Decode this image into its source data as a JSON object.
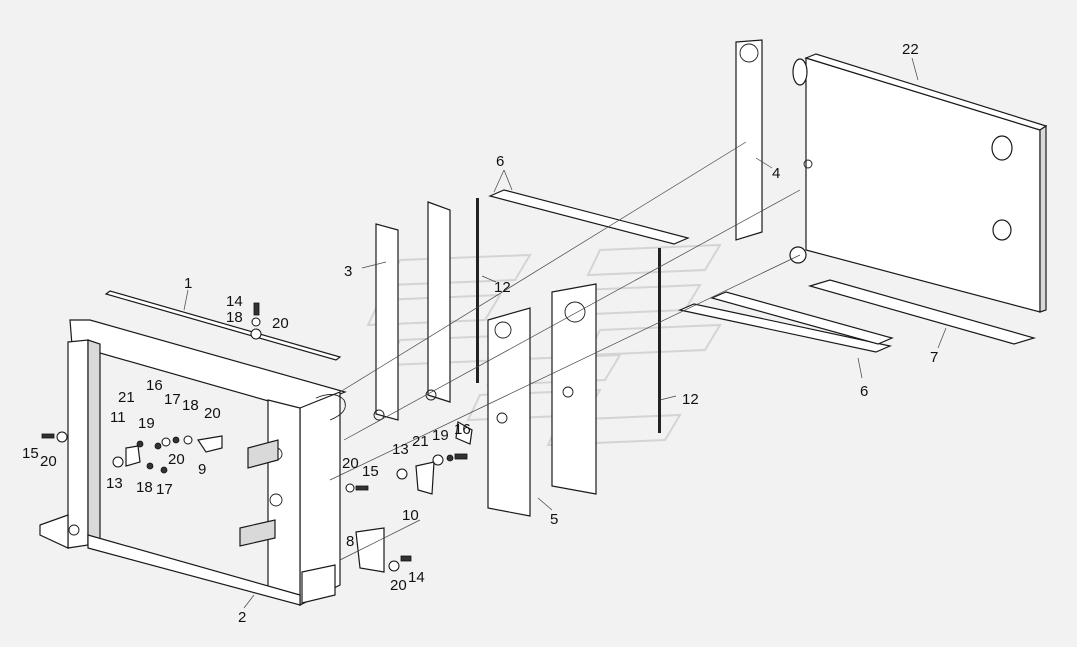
{
  "callouts": {
    "c1": "1",
    "c2": "2",
    "c3": "3",
    "c4": "4",
    "c5": "5",
    "c6a": "6",
    "c6b": "6",
    "c7": "7",
    "c8": "8",
    "c9": "9",
    "c10": "10",
    "c11": "11",
    "c12a": "12",
    "c12b": "12",
    "c13a": "13",
    "c13b": "13",
    "c14a": "14",
    "c14b": "14",
    "c15a": "15",
    "c15b": "15",
    "c16a": "16",
    "c16b": "16",
    "c17a": "17",
    "c17b": "17",
    "c18a": "18",
    "c18b": "18",
    "c18c": "18",
    "c19a": "19",
    "c19b": "19",
    "c20a": "20",
    "c20b": "20",
    "c20c": "20",
    "c20d": "20",
    "c20e": "20",
    "c20f": "20",
    "c21a": "21",
    "c21b": "21",
    "c22": "22"
  }
}
